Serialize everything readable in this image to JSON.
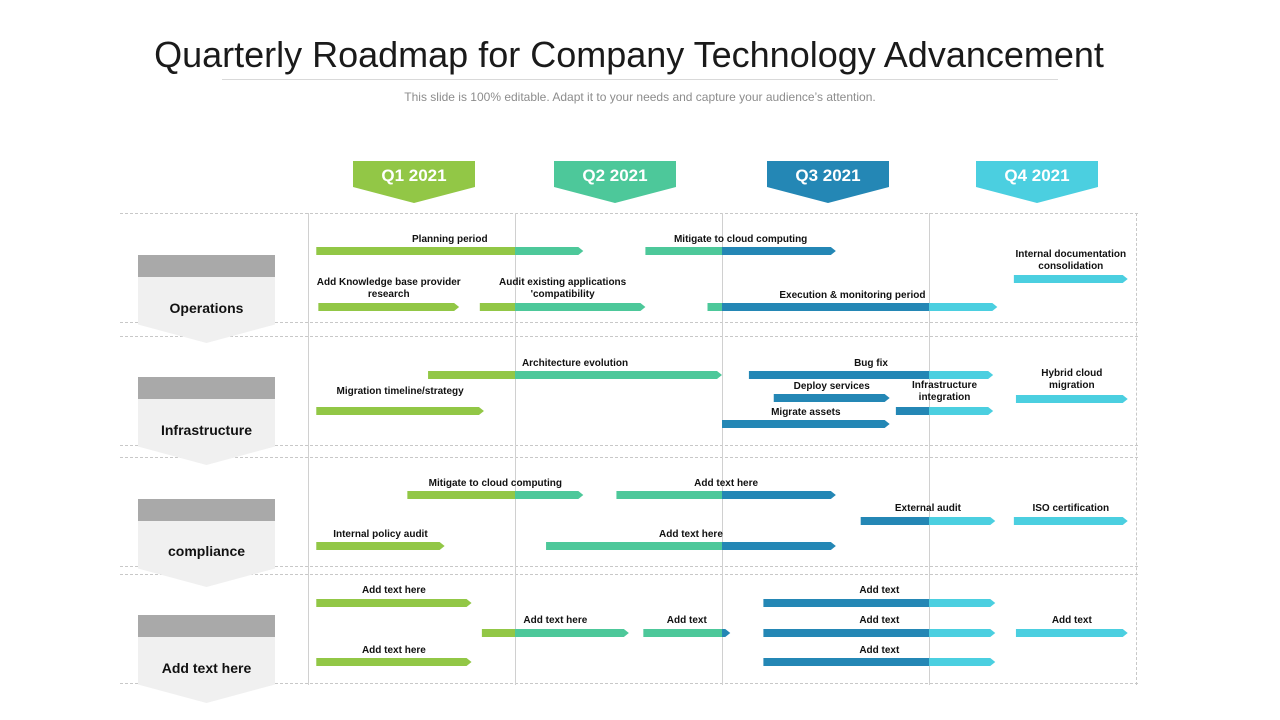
{
  "title": "Quarterly Roadmap for Company Technology Advancement",
  "subtitle": "This slide is 100% editable. Adapt it to your needs and capture your audience’s attention.",
  "colors": {
    "q1": "#92c746",
    "q2": "#4dc89a",
    "q3": "#2487b5",
    "q4": "#4bcfe0"
  },
  "quarters": [
    {
      "label": "Q1 2021"
    },
    {
      "label": "Q2 2021"
    },
    {
      "label": "Q3 2021"
    },
    {
      "label": "Q4 2021"
    }
  ],
  "categories": [
    {
      "label": "Operations"
    },
    {
      "label": "Infrastructure"
    },
    {
      "label": "compliance"
    },
    {
      "label": "Add text here"
    }
  ],
  "tasks": [
    {
      "text": "Planning period",
      "start": 0.04,
      "end": 1.33,
      "row": 0
    },
    {
      "text": "Mitigate to cloud computing",
      "start": 1.63,
      "end": 2.55,
      "row": 0
    },
    {
      "text": "Internal documentation consolidation",
      "start": 3.41,
      "end": 3.96,
      "row": 0
    },
    {
      "text": "Add Knowledge base provider research",
      "start": 0.05,
      "end": 0.73,
      "row": 0
    },
    {
      "text": "Audit existing applications 'compatibility",
      "start": 0.83,
      "end": 1.63,
      "row": 0
    },
    {
      "text": "Execution & monitoring period",
      "start": 1.93,
      "end": 3.33,
      "row": 0
    },
    {
      "text": "Architecture evolution",
      "start": 0.58,
      "end": 2.0,
      "row": 1
    },
    {
      "text": "Bug fix",
      "start": 2.13,
      "end": 3.31,
      "row": 1
    },
    {
      "text": "Hybrid cloud migration",
      "start": 3.42,
      "end": 3.96,
      "row": 1
    },
    {
      "text": "Migration timeline/strategy",
      "start": 0.04,
      "end": 0.85,
      "row": 1
    },
    {
      "text": "Deploy services",
      "start": 2.25,
      "end": 2.81,
      "row": 1
    },
    {
      "text": "Infrastructure integration",
      "start": 2.84,
      "end": 3.31,
      "row": 1
    },
    {
      "text": "Migrate assets",
      "start": 2.0,
      "end": 2.81,
      "row": 1
    },
    {
      "text": "Mitigate to cloud computing",
      "start": 0.48,
      "end": 1.33,
      "row": 2
    },
    {
      "text": "Add text here",
      "start": 1.49,
      "end": 2.55,
      "row": 2
    },
    {
      "text": "External audit",
      "start": 2.67,
      "end": 3.32,
      "row": 2
    },
    {
      "text": "ISO certification",
      "start": 3.41,
      "end": 3.96,
      "row": 2
    },
    {
      "text": "Internal policy audit",
      "start": 0.04,
      "end": 0.66,
      "row": 2
    },
    {
      "text": "Add text here",
      "start": 1.15,
      "end": 2.55,
      "row": 2
    },
    {
      "text": "Add text here",
      "start": 0.04,
      "end": 0.79,
      "row": 3
    },
    {
      "text": "Add text",
      "start": 2.2,
      "end": 3.32,
      "row": 3
    },
    {
      "text": "Add text here",
      "start": 0.84,
      "end": 1.55,
      "row": 3
    },
    {
      "text": "Add text",
      "start": 1.62,
      "end": 2.04,
      "row": 3
    },
    {
      "text": "Add text",
      "start": 2.2,
      "end": 3.32,
      "row": 3
    },
    {
      "text": "Add text",
      "start": 3.42,
      "end": 3.96,
      "row": 3
    },
    {
      "text": "Add text here",
      "start": 0.04,
      "end": 0.79,
      "row": 3
    },
    {
      "text": "Add text",
      "start": 2.2,
      "end": 3.32,
      "row": 3
    }
  ]
}
